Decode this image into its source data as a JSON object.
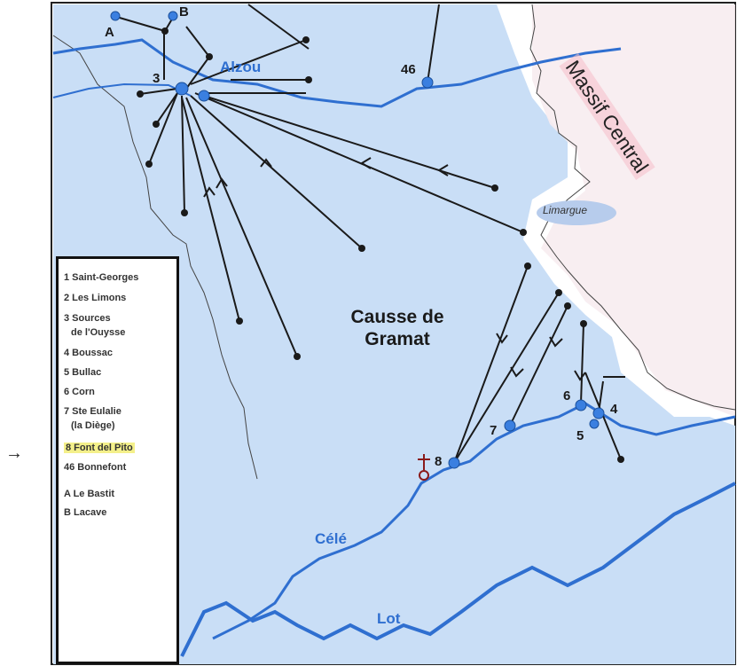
{
  "map": {
    "colors": {
      "causse": "#c9def6",
      "massif": "#f7ecf0",
      "river": "#2f6fd0",
      "line": "#1a1a1a"
    },
    "regions": {
      "causse": "Causse de Gramat",
      "massif": "Massif Central",
      "limargue": "Limargue"
    },
    "rivers": {
      "alzou": "Alzou",
      "cele": "Célé",
      "lot": "Lot"
    },
    "points": {
      "p3": "3",
      "p4": "4",
      "p5": "5",
      "p6": "6",
      "p7": "7",
      "p8": "8",
      "p46": "46",
      "pa": "A",
      "pb": "B"
    }
  },
  "legend": {
    "items": [
      "1 Saint-Georges",
      "2 Les Limons",
      "3 Sources",
      "de l'Ouysse",
      "4 Boussac",
      "5 Bullac",
      "6 Corn",
      "7 Ste Eulalie",
      "(la Diège)",
      "8 Font del Pito",
      "46 Bonnefont",
      "A Le Bastit",
      "B Lacave"
    ],
    "highlight_color": "#f4f08a",
    "pointer": "→"
  }
}
